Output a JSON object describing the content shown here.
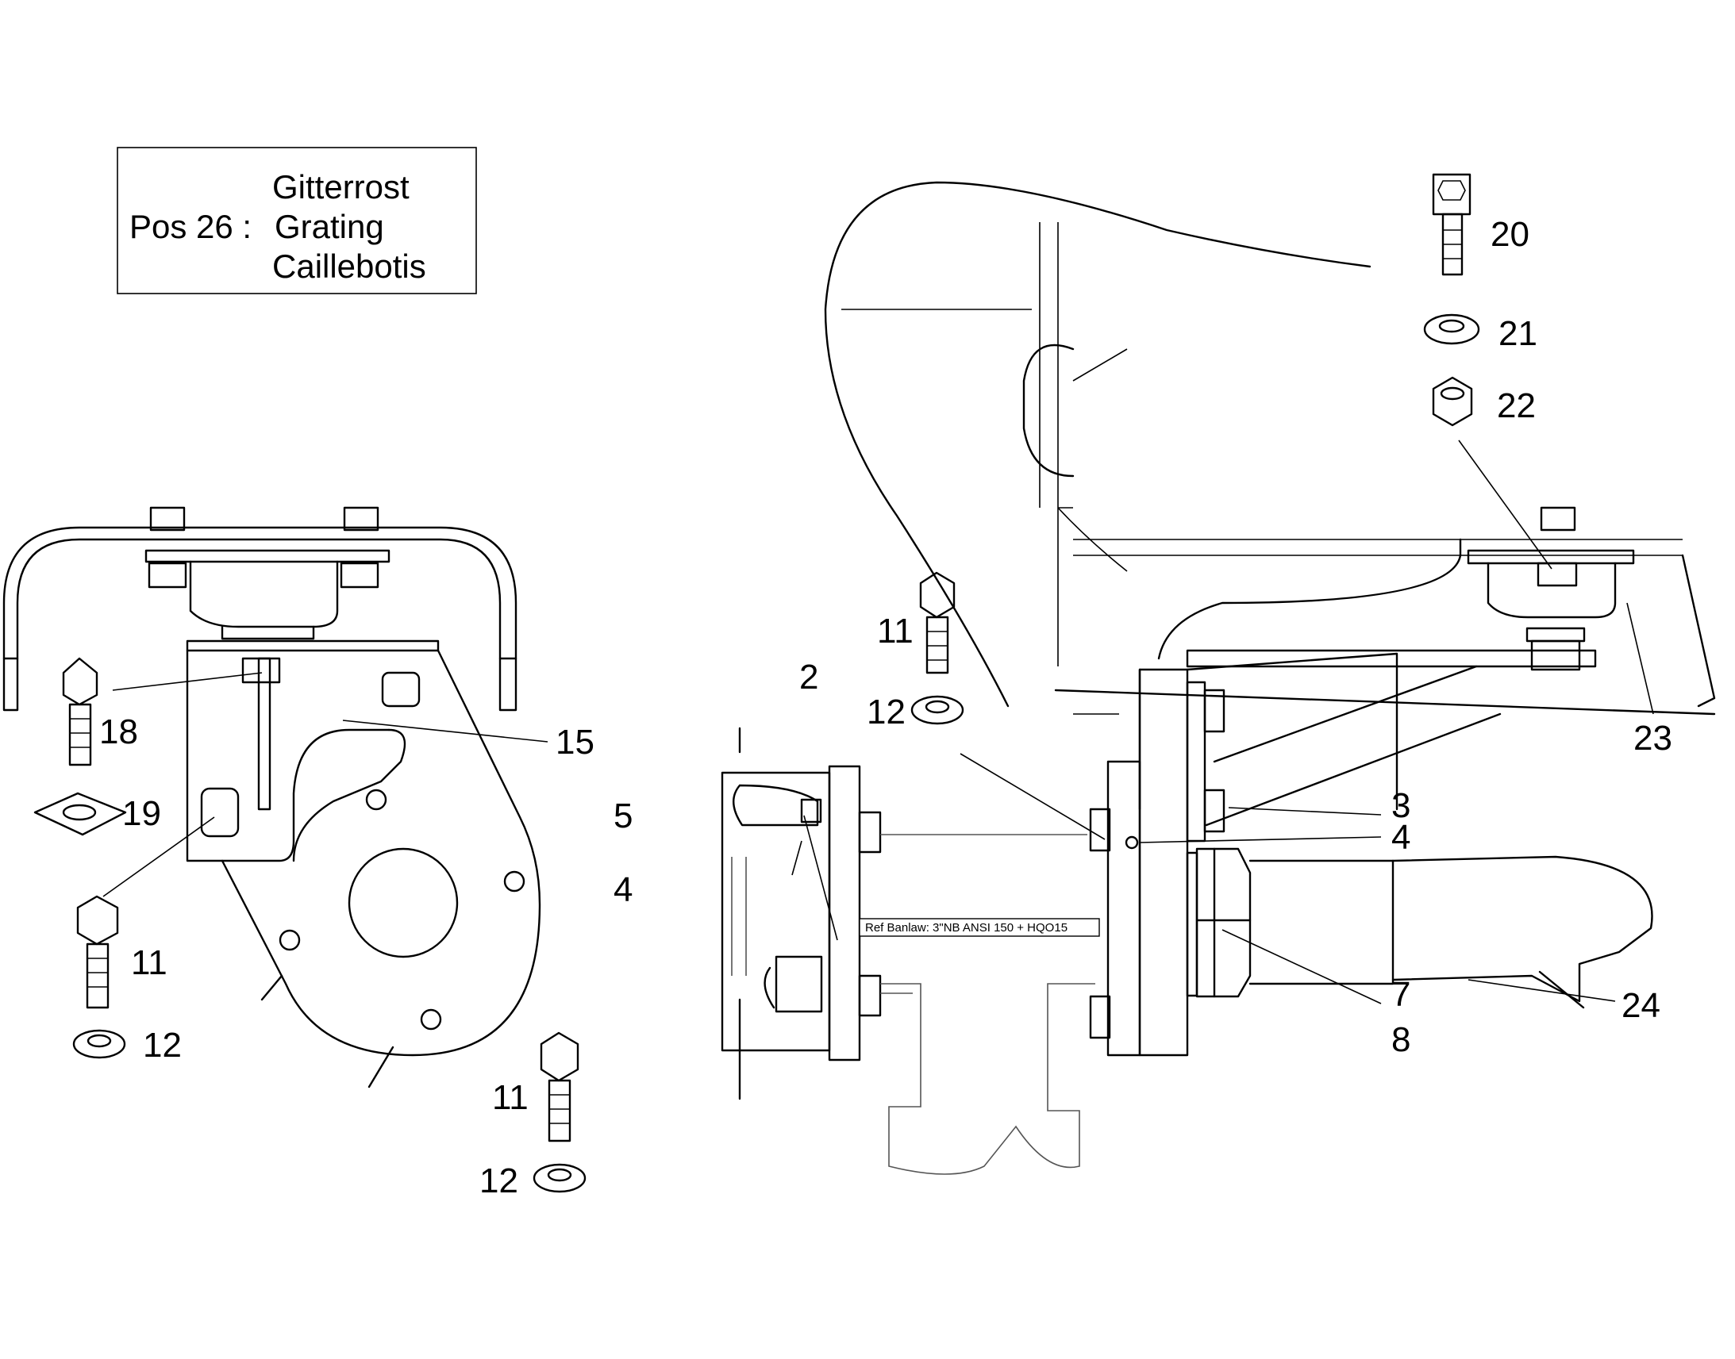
{
  "legend": {
    "pos_label": "Pos 26 :",
    "line_de": "Gitterrost",
    "line_en": "Grating",
    "line_fr": "Caillebotis"
  },
  "reference_note": "Ref Banlaw: 3\"NB ANSI 150 + HQO15",
  "callouts": [
    {
      "id": "c2",
      "text": "2"
    },
    {
      "id": "c3",
      "text": "3"
    },
    {
      "id": "c4a",
      "text": "4"
    },
    {
      "id": "c4b",
      "text": "4"
    },
    {
      "id": "c5",
      "text": "5"
    },
    {
      "id": "c7",
      "text": "7"
    },
    {
      "id": "c8",
      "text": "8"
    },
    {
      "id": "c11a",
      "text": "11"
    },
    {
      "id": "c11b",
      "text": "11"
    },
    {
      "id": "c11c",
      "text": "11"
    },
    {
      "id": "c12a",
      "text": "12"
    },
    {
      "id": "c12b",
      "text": "12"
    },
    {
      "id": "c12c",
      "text": "12"
    },
    {
      "id": "c15",
      "text": "15"
    },
    {
      "id": "c18",
      "text": "18"
    },
    {
      "id": "c19",
      "text": "19"
    },
    {
      "id": "c20",
      "text": "20"
    },
    {
      "id": "c21",
      "text": "21"
    },
    {
      "id": "c22",
      "text": "22"
    },
    {
      "id": "c23",
      "text": "23"
    },
    {
      "id": "c24",
      "text": "24"
    }
  ]
}
